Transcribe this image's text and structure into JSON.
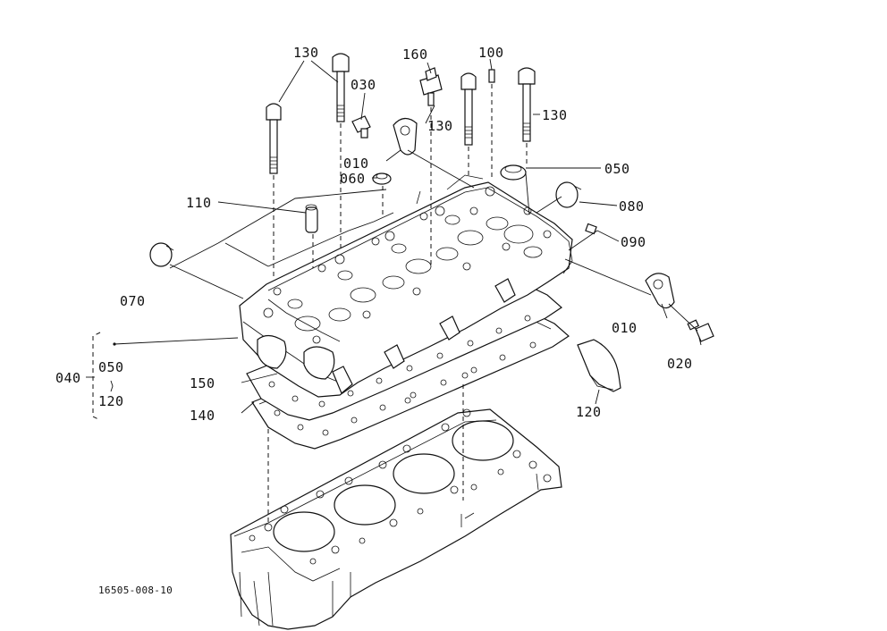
{
  "labels": {
    "l130a": "130",
    "l130b": "130",
    "l130c": "130",
    "l030": "030",
    "l160": "160",
    "l100": "100",
    "l010a": "010",
    "l010b": "010",
    "l050a": "050",
    "l060": "060",
    "l110": "110",
    "l080": "080",
    "l090": "090",
    "l070": "070",
    "l020": "020",
    "l040": "040",
    "l050b": "050",
    "l120a": "120",
    "l120b": "120",
    "l150": "150",
    "l140": "140",
    "drawing_no": "16505-008-10"
  }
}
